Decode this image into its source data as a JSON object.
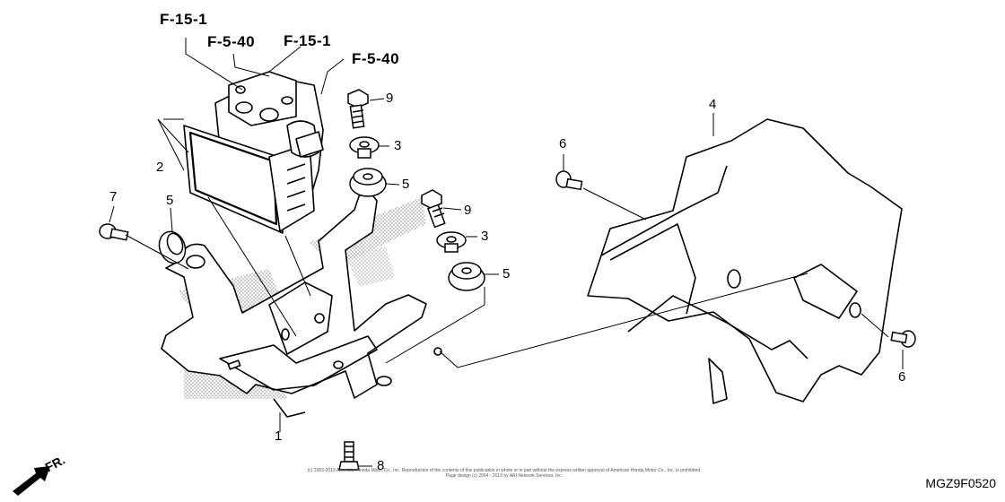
{
  "references": {
    "f15_1_a": "F-15-1",
    "f5_40_a": "F-5-40",
    "f15_1_b": "F-15-1",
    "f5_40_b": "F-5-40"
  },
  "callouts": {
    "c1": "1",
    "c2": "2",
    "c3a": "3",
    "c3b": "3",
    "c4": "4",
    "c5a": "5",
    "c5b": "5",
    "c5c": "5",
    "c6a": "6",
    "c6b": "6",
    "c7": "7",
    "c8": "8",
    "c9a": "9",
    "c9b": "9"
  },
  "footer": {
    "line1": "(c) 2003-2013 American Honda Motor Co., Inc. Reproduction of the contents of this publication in whole or in part without the express written approval of American Honda Motor Co., Inc. is prohibited.",
    "line2": "Page design (c) 2004 - 2013 by ARI Network Services, Inc."
  },
  "diagram_code": "MGZ9F0520",
  "front_marker": "FR.",
  "colors": {
    "line": "#000000",
    "stipple": "#9a9a9a",
    "background": "#ffffff"
  }
}
